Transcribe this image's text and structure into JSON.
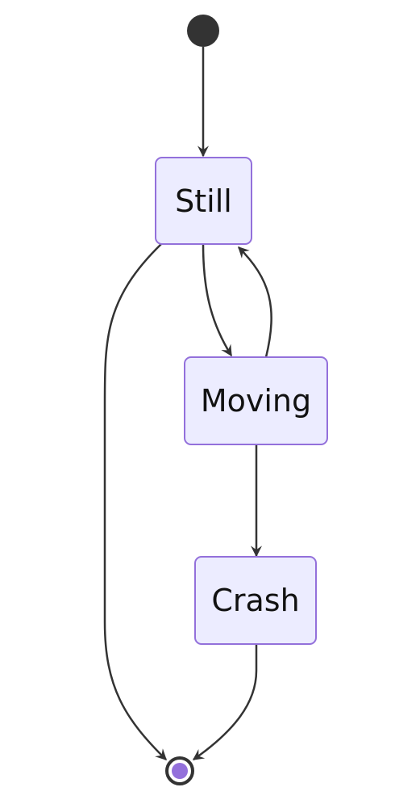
{
  "diagram": {
    "type": "state-diagram",
    "states": {
      "still": "Still",
      "moving": "Moving",
      "crash": "Crash"
    },
    "colors": {
      "state_fill": "#ececff",
      "state_border": "#9370db",
      "edge": "#333333",
      "start_node": "#333333",
      "end_node_inner": "#9370db",
      "label_text": "#111111"
    },
    "transitions": [
      {
        "from": "start",
        "to": "Still"
      },
      {
        "from": "Still",
        "to": "Moving"
      },
      {
        "from": "Moving",
        "to": "Still"
      },
      {
        "from": "Moving",
        "to": "Crash"
      },
      {
        "from": "Still",
        "to": "end"
      },
      {
        "from": "Crash",
        "to": "end"
      }
    ]
  }
}
